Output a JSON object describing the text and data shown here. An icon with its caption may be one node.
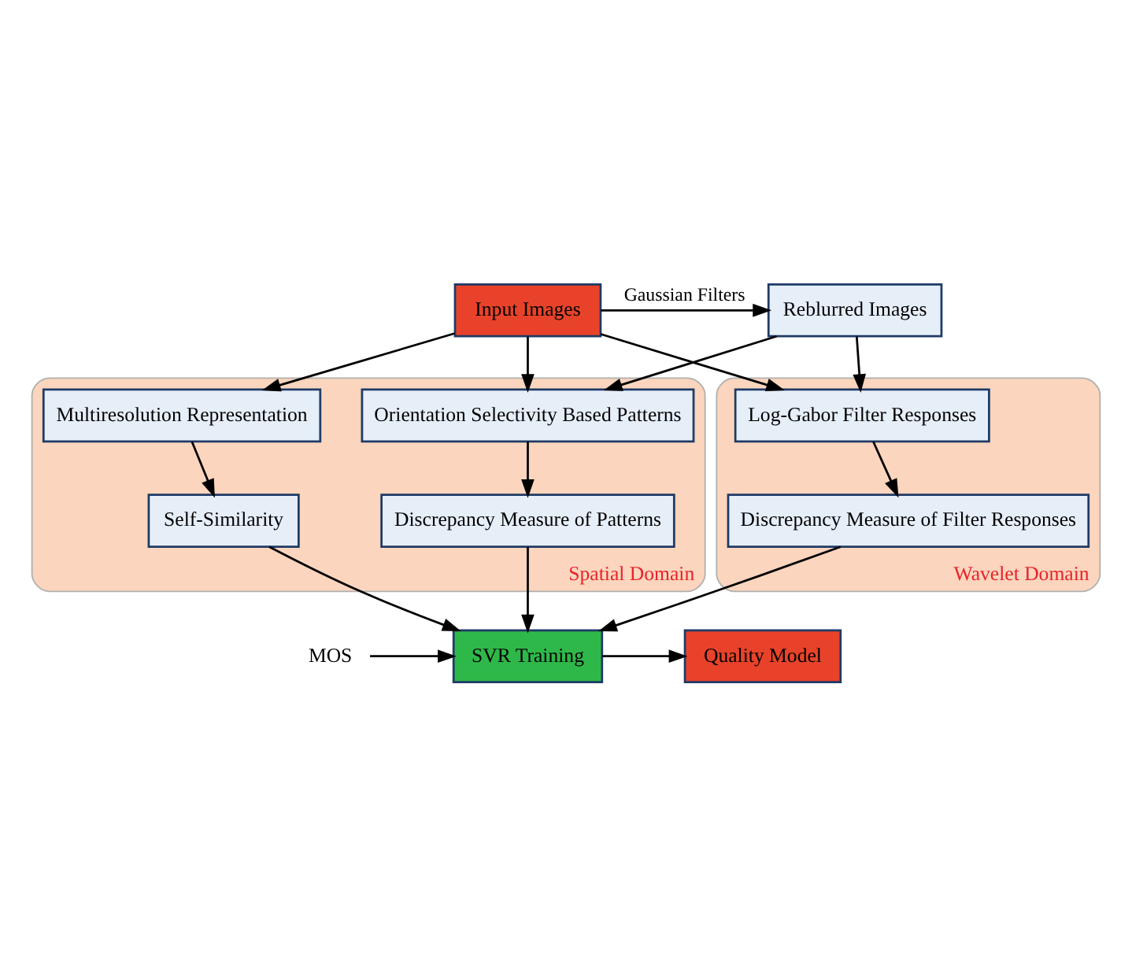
{
  "diagram": {
    "nodes": [
      {
        "text": [
          "Input Images"
        ]
      },
      {
        "text": [
          "Reblurred Images"
        ]
      },
      {
        "text": [
          "Spatial Domain"
        ]
      },
      {
        "text": [
          "Multiresolution Representation"
        ],
        "in": 2
      },
      {
        "text": [
          "Orientation Selectivity Based Patterns"
        ],
        "in": 2
      },
      {
        "text": [
          "Self-Similarity"
        ],
        "in": 2
      },
      {
        "text": [
          "Discrepancy Measure of Patterns"
        ],
        "in": 2
      },
      {
        "text": [
          "Wavelet Domain"
        ]
      },
      {
        "text": [
          "Log-Gabor Filter Responses"
        ],
        "in": 7
      },
      {
        "text": [
          "Discrepancy Measure of Filter Responses"
        ],
        "in": 7
      },
      {
        "text": [
          "MOS"
        ]
      },
      {
        "text": [
          "SVR Training"
        ]
      },
      {
        "text": [
          "Quality Model"
        ]
      }
    ],
    "edges": [
      {
        "from": 0,
        "to": 1,
        "arrow": "to",
        "label": "Gaussian Filters"
      },
      {
        "from": 0,
        "to": 3,
        "arrow": "to"
      },
      {
        "from": 0,
        "to": 4,
        "arrow": "to"
      },
      {
        "from": 0,
        "to": 8,
        "arrow": "to"
      },
      {
        "from": 1,
        "to": 4,
        "arrow": "to"
      },
      {
        "from": 1,
        "to": 8,
        "arrow": "to"
      },
      {
        "from": 3,
        "to": 5,
        "arrow": "to"
      },
      {
        "from": 4,
        "to": 6,
        "arrow": "to"
      },
      {
        "from": 8,
        "to": 9,
        "arrow": "to"
      },
      {
        "from": 5,
        "to": 11,
        "arrow": "to"
      },
      {
        "from": 6,
        "to": 11,
        "arrow": "to"
      },
      {
        "from": 9,
        "to": 11,
        "arrow": "to"
      },
      {
        "from": 10,
        "to": 11,
        "arrow": "to"
      },
      {
        "from": 11,
        "to": 12,
        "arrow": "to"
      }
    ]
  }
}
